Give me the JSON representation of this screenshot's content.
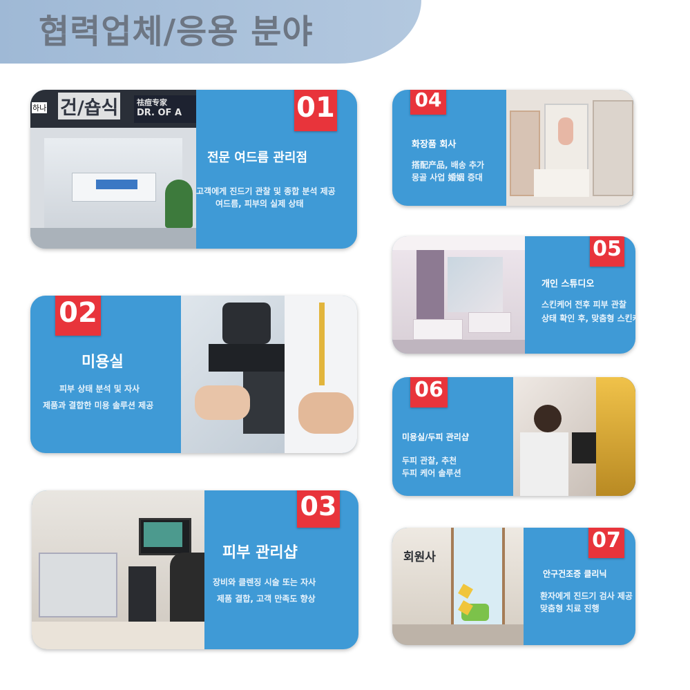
{
  "header": {
    "title": "협력업체/응용 분야"
  },
  "cards": [
    {
      "number": "01",
      "title": "전문 여드름 관리점",
      "lines": [
        "고객에게 진드기 관찰 및 종합 분석 제공",
        "여드름, 피부의 실제 상태"
      ],
      "overlay_small": "하나",
      "overlay_big": "건/숍식",
      "sign_cn": "祛痘专家",
      "sign_en": "DR. OF A"
    },
    {
      "number": "02",
      "title": "미용실",
      "lines": [
        "피부 상태 분석 및 자사",
        "제품과 결합한 미용 솔루션 제공"
      ]
    },
    {
      "number": "03",
      "title": "피부 관리샵",
      "lines": [
        "장비와 클렌징 시술 또는 자사",
        "제품 결합, 고객 만족도 향상"
      ]
    },
    {
      "number": "04",
      "title": "화장품 회사",
      "lines": [
        "搭配产品, 배송 추가",
        "몽골 사업 婚姻 증대"
      ]
    },
    {
      "number": "05",
      "title": "개인 스튜디오",
      "lines": [
        "스킨케어 전후 피부 관찰",
        "상태 확인 후, 맞춤형 스킨케어 솔루션"
      ]
    },
    {
      "number": "06",
      "title": "미용실/두피 관리샵",
      "lines": [
        "두피 관찰, 추천",
        "두피 케어 솔루션"
      ]
    },
    {
      "number": "07",
      "title": "안구건조증 클리닉",
      "lines": [
        "환자에게 진드기 검사 제공",
        "맞춤형 치료 진행"
      ],
      "overlay_big": "회원사"
    }
  ],
  "colors": {
    "card_blue": "#3f9ad6",
    "badge_red": "#e8343b",
    "header_bg": "#a9c1db",
    "header_text": "#6d7683"
  }
}
